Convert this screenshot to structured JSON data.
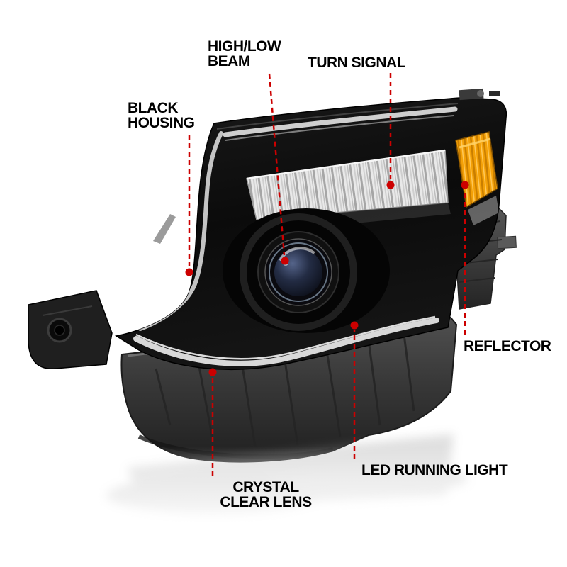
{
  "product_diagram": {
    "background_color": "#ffffff",
    "callout_color": "#cc0000",
    "part_colors": {
      "housing": "#0e0e0e",
      "drl_light_bar": "#d6d6d6",
      "beam_lens": "#e9e9e9",
      "turn_signal_amber": "#f3a007",
      "projector_lens": "#232c44",
      "mounting_bracket": "#3c3c3c"
    },
    "callouts": {
      "black_housing": {
        "lines": [
          "BLACK",
          "HOUSING"
        ]
      },
      "high_low_beam": {
        "lines": [
          "HIGH/LOW",
          "BEAM"
        ]
      },
      "turn_signal": {
        "lines": [
          "TURN SIGNAL"
        ]
      },
      "reflector": {
        "lines": [
          "REFLECTOR"
        ]
      },
      "led_running_light": {
        "lines": [
          "LED RUNNING LIGHT"
        ]
      },
      "crystal_clear_lens": {
        "lines": [
          "CRYSTAL",
          "CLEAR LENS"
        ]
      }
    }
  }
}
